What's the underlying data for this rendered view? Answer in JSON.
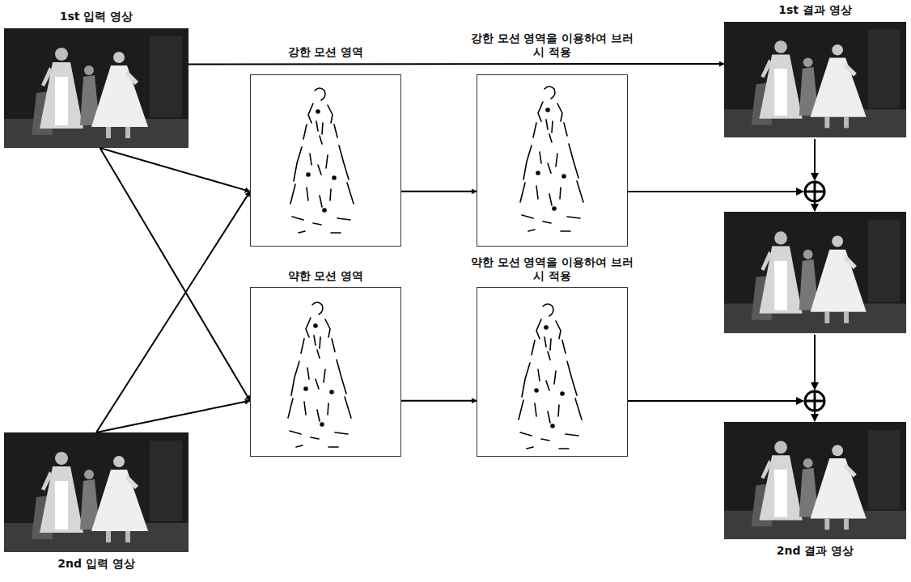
{
  "diagram": {
    "nodes": [
      {
        "text": [
          "1st 입력 영상"
        ]
      },
      {
        "text": [
          "강한 모션 영역"
        ]
      },
      {
        "text": [
          "강한 모션 영역을 이용하여 브러시 적용"
        ]
      },
      {
        "text": [
          "1st 결과 영상"
        ]
      },
      {
        "text": [
          "약한 모션 영역"
        ]
      },
      {
        "text": [
          "약한 모션 영역을 이용하여 브러시 적용"
        ]
      },
      {
        "text": [
          "2nd 입력 영상"
        ]
      },
      {
        "text": [
          "2nd 결과 영상"
        ]
      }
    ],
    "edges": [
      {
        "from": 0,
        "to": 3,
        "arrow": "to"
      },
      {
        "from": 0,
        "to": 1,
        "arrow": "to"
      },
      {
        "from": 0,
        "to": 4,
        "arrow": "to"
      },
      {
        "from": 6,
        "to": 1,
        "arrow": "to"
      },
      {
        "from": 6,
        "to": 4,
        "arrow": "to"
      },
      {
        "from": 1,
        "to": 2,
        "arrow": "to"
      },
      {
        "from": 4,
        "to": 5,
        "arrow": "to"
      }
    ]
  }
}
